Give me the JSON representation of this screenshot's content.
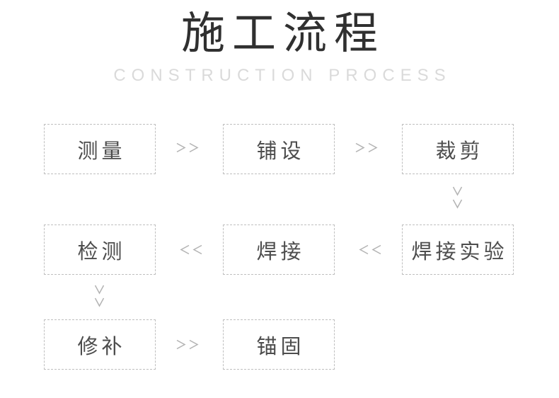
{
  "page": {
    "title": "施工流程",
    "subtitle": "CONSTRUCTION PROCESS"
  },
  "flow": {
    "boxes": [
      {
        "id": "measure",
        "label": "测量"
      },
      {
        "id": "laying",
        "label": "铺设"
      },
      {
        "id": "cutting",
        "label": "裁剪"
      },
      {
        "id": "inspection",
        "label": "检测"
      },
      {
        "id": "welding",
        "label": "焊接"
      },
      {
        "id": "welding-test",
        "label": "焊接实验"
      },
      {
        "id": "repair",
        "label": "修补"
      },
      {
        "id": "anchoring",
        "label": "锚固"
      }
    ],
    "arrows": [
      {
        "from": "测量",
        "to": "铺设",
        "direction": "right"
      },
      {
        "from": "铺设",
        "to": "裁剪",
        "direction": "right"
      },
      {
        "from": "裁剪",
        "to": "焊接实验",
        "direction": "down"
      },
      {
        "from": "焊接实验",
        "to": "焊接",
        "direction": "left"
      },
      {
        "from": "焊接",
        "to": "检测",
        "direction": "left"
      },
      {
        "from": "检测",
        "to": "修补",
        "direction": "down"
      },
      {
        "from": "修补",
        "to": "锚固",
        "direction": "right"
      }
    ]
  },
  "colors": {
    "background": "#ffffff",
    "title_text": "#303030",
    "subtitle_text": "#dadada",
    "box_border": "#bfbfbf",
    "box_text": "#4d4d4d",
    "arrow": "#b3b3b3"
  }
}
